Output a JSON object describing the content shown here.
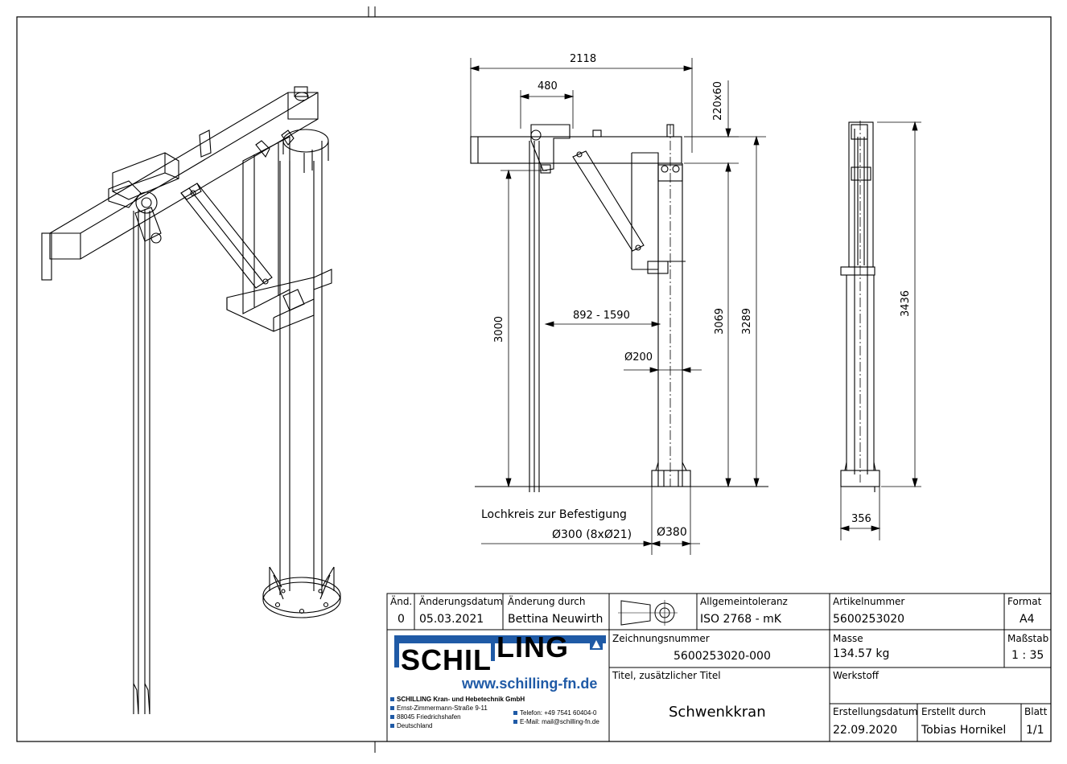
{
  "dimensions": {
    "overall_width": "2118",
    "arm_offset": "480",
    "profile": "220x60",
    "hook_height": "3000",
    "reach": "892 - 1590",
    "column_diameter": "Ø200",
    "height_arm": "3069",
    "height_top": "3289",
    "total_height": "3436",
    "side_width": "356",
    "bolt_circle_note": "Lochkreis zur Befestigung",
    "bolt_circle": "Ø300 (8xØ21)",
    "base_diameter": "Ø380"
  },
  "title_block": {
    "rev_header": "Änd.",
    "rev_value": "0",
    "date_header": "Änderungsdatum",
    "date_value": "05.03.2021",
    "changed_by_header": "Änderung durch",
    "changed_by_value": "Bettina Neuwirth",
    "tolerance_header": "Allgemeintoleranz",
    "tolerance_value": "ISO 2768 - mK",
    "article_header": "Artikelnummer",
    "article_value": "5600253020",
    "format_header": "Format",
    "format_value": "A4",
    "drawing_no_header": "Zeichnungsnummer",
    "drawing_no_value": "5600253020-000",
    "mass_header": "Masse",
    "mass_value": "134.57 kg",
    "scale_header": "Maßstab",
    "scale_value": "1 : 35",
    "title_header": "Titel, zusätzlicher Titel",
    "title_value": "Schwenkkran",
    "material_header": "Werkstoff",
    "created_date_header": "Erstellungsdatum",
    "created_date_value": "22.09.2020",
    "created_by_header": "Erstellt durch",
    "created_by_value": "Tobias Hornikel",
    "sheet_header": "Blatt",
    "sheet_value": "1/1"
  },
  "company": {
    "logo_part1": "SCHIL",
    "logo_part2": "LING",
    "website": "www.schilling-fn.de",
    "name": "SCHILLING Kran- und Hebetechnik GmbH",
    "street": "Ernst-Zimmermann-Straße 9-11",
    "city": "88045 Friedrichshafen",
    "country": "Deutschland",
    "phone": "Telefon: +49 7541 60404-0",
    "email": "E-Mail: mail@schilling-fn.de"
  },
  "colors": {
    "brand_blue": "#1f5aa6",
    "line": "#000000"
  }
}
